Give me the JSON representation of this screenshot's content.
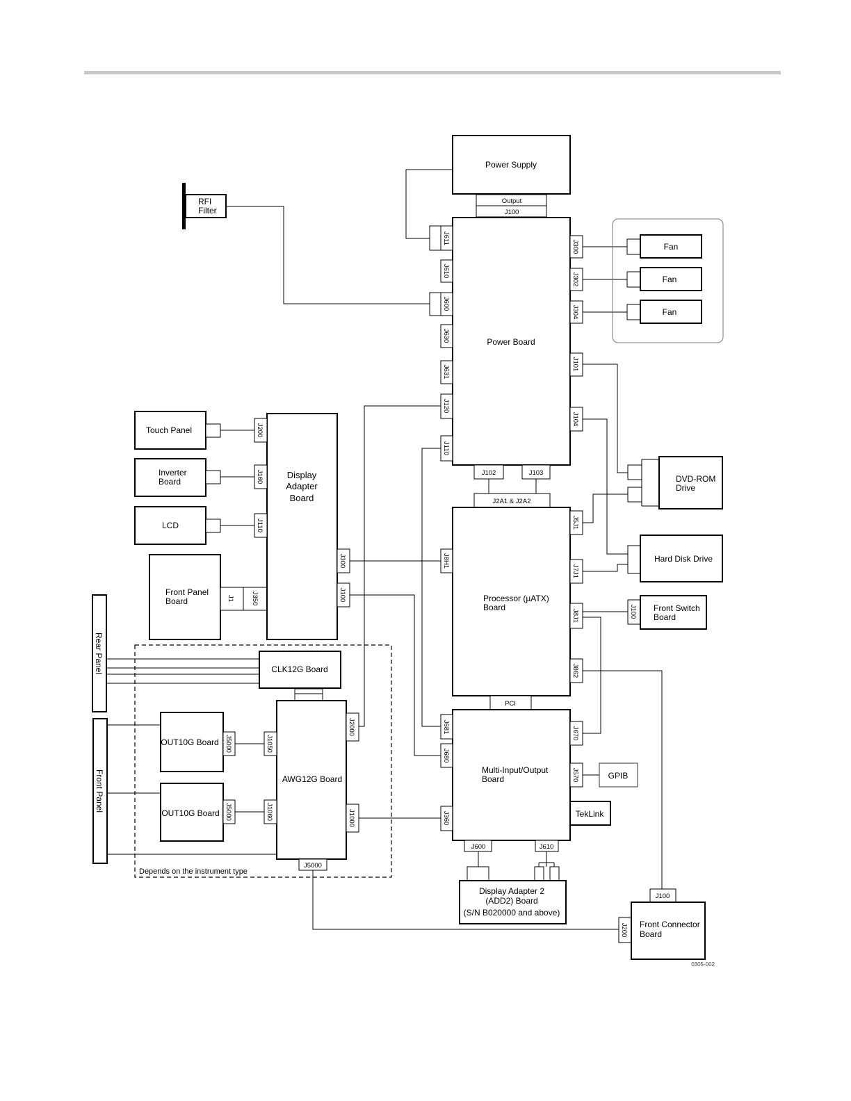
{
  "blocks": {
    "power_supply": "Power Supply",
    "rfi_filter": [
      "RFI",
      "Filter"
    ],
    "power_board": "Power Board",
    "fan": "Fan",
    "touch_panel": "Touch Panel",
    "inverter_board": [
      "Inverter",
      "Board"
    ],
    "lcd": "LCD",
    "display_adapter_board": [
      "Display",
      "Adapter",
      "Board"
    ],
    "front_panel_board": [
      "Front Panel",
      "Board"
    ],
    "processor_board": [
      "Processor (µATX)",
      "Board"
    ],
    "dvd_rom_drive": [
      "DVD-ROM",
      "Drive"
    ],
    "hard_disk_drive": "Hard Disk Drive",
    "front_switch_board": [
      "Front Switch",
      "Board"
    ],
    "rear_panel": "Rear Panel",
    "front_panel": "Front Panel",
    "clk12g_board": "CLK12G Board",
    "out10g_board": "OUT10G Board",
    "awg12g_board": "AWG12G Board",
    "multi_io_board": [
      "Multi-Input/Output",
      "Board"
    ],
    "gpib": "GPIB",
    "teklink": "TekLink",
    "add2_board": [
      "Display Adapter 2",
      "(ADD2) Board",
      "(S/N B020000 and above)"
    ],
    "front_connector_board": [
      "Front Connector",
      "Board"
    ]
  },
  "connectors": {
    "ps_output": "Output",
    "pb_j100": "J100",
    "pb_j611": "J611",
    "pb_j610": "J610",
    "pb_j600": "J600",
    "pb_j630": "J630",
    "pb_j631": "J631",
    "pb_j120": "J120",
    "pb_j110": "J110",
    "pb_j300": "J300",
    "pb_j302": "J302",
    "pb_j304": "J304",
    "pb_j101": "J101",
    "pb_j104": "J104",
    "pb_j102": "J102",
    "pb_j103": "J103",
    "proc_j2a": "J2A1 & J2A2",
    "da_j200": "J200",
    "da_j160": "J160",
    "da_j110": "J110",
    "da_j350": "J350",
    "fp_j1": "J1",
    "da_j300": "J300",
    "da_j100": "J100",
    "proc_j8h1": "J8H1",
    "proc_j5j1": "J5J1",
    "proc_j7j1": "J7J1",
    "proc_j8j1": "J8J1",
    "proc_j862": "J862",
    "fsb_j100": "J100",
    "pci": "PCI",
    "awg_j2000": "J2000",
    "awg_j1050": "J1050",
    "awg_j1060": "J1060",
    "awg_j1000": "J1000",
    "awg_j5000": "J5000",
    "out_a_j5000": "J5000",
    "out_b_j5000": "J5000",
    "mio_j681": "J681",
    "mio_j680": "J680",
    "mio_j360": "J360",
    "mio_j670": "J670",
    "mio_j570": "J570",
    "mio_j600": "J600",
    "mio_j610": "J610",
    "fcb_j100": "J100",
    "fcb_j200": "J200"
  },
  "note": "Depends on the instrument type",
  "figure_id": "0305-002"
}
